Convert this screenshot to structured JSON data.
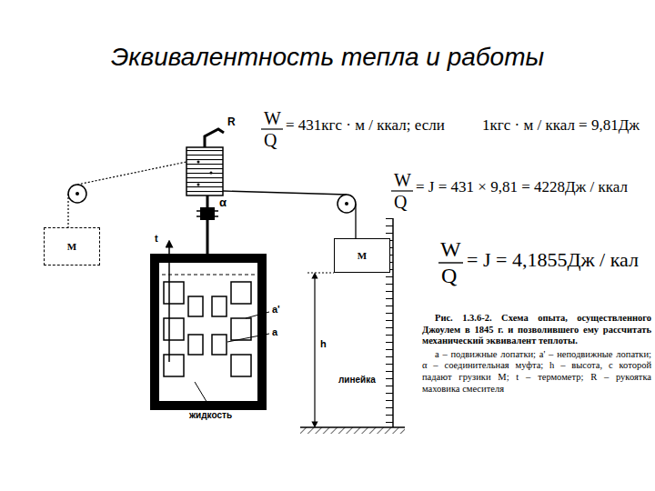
{
  "diagram": {
    "title": "Эквивалентность тепла и работы",
    "caption": "Рис. 1.3.6-2. Схема опыта, осуществленного Джоулем в 1845 г. и позволившего ему рассчитать механический эквивалент теплоты.",
    "nodes": [
      {
        "text": [
          "M"
        ]
      },
      {
        "text": [
          "M"
        ]
      }
    ],
    "labels": [
      "W",
      "Q",
      "= 431кгс · м / ккал; если",
      "1кгс · м / ккал = 9,81Дж",
      "W",
      "Q",
      "= J = 431 × 9,81 = 4228Дж / ккал",
      "W",
      "Q",
      "= J = 4,1855Дж / кал",
      "R",
      "α",
      "t",
      "a'",
      "a",
      "h",
      "линейка",
      "жидкость",
      "а – подвижные лопатки; а' – неподвижные лопатки; α – соединительная муфта; h – высота, с которой падают грузики М; t – термометр; R – рукоятка маховика смесителя"
    ]
  }
}
